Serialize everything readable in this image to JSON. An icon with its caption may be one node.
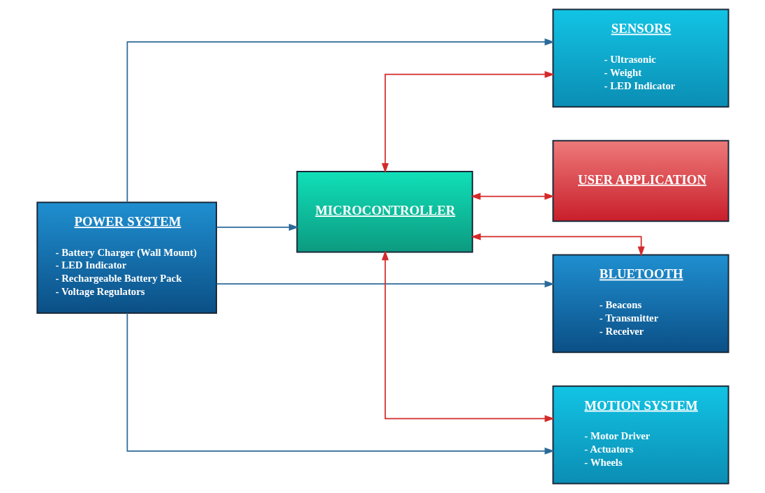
{
  "diagram": {
    "nodes": [
      {
        "text": [
          "POWER SYSTEM",
          "- Battery Charger (Wall Mount)",
          "- LED Indicator",
          "- Rechargeable Battery Pack",
          "- Voltage Regulators"
        ]
      },
      {
        "text": [
          "SENSORS",
          "- Ultrasonic",
          "- Weight",
          "- LED Indicator"
        ]
      },
      {
        "text": [
          "MICROCONTROLLER"
        ]
      },
      {
        "text": [
          "USER APPLICATION"
        ]
      },
      {
        "text": [
          "BLUETOOTH",
          "- Beacons",
          "- Transmitter",
          "- Receiver"
        ]
      },
      {
        "text": [
          "MOTION SYSTEM",
          "- Motor Driver",
          "- Actuators",
          "- Wheels"
        ]
      }
    ],
    "edges": [
      {
        "from": 0,
        "to": 1,
        "arrow": "to",
        "color": "#2b6a99"
      },
      {
        "from": 0,
        "to": 2,
        "arrow": "to",
        "color": "#2b6a99"
      },
      {
        "from": 0,
        "to": 4,
        "arrow": "to",
        "color": "#2b6a99"
      },
      {
        "from": 0,
        "to": 5,
        "arrow": "to",
        "color": "#2b6a99"
      },
      {
        "from": 2,
        "to": 1,
        "arrow": "both",
        "color": "#d42a2a"
      },
      {
        "from": 2,
        "to": 3,
        "arrow": "both",
        "color": "#d42a2a"
      },
      {
        "from": 2,
        "to": 4,
        "arrow": "both",
        "color": "#d42a2a"
      },
      {
        "from": 2,
        "to": 5,
        "arrow": "both",
        "color": "#d42a2a"
      }
    ]
  }
}
